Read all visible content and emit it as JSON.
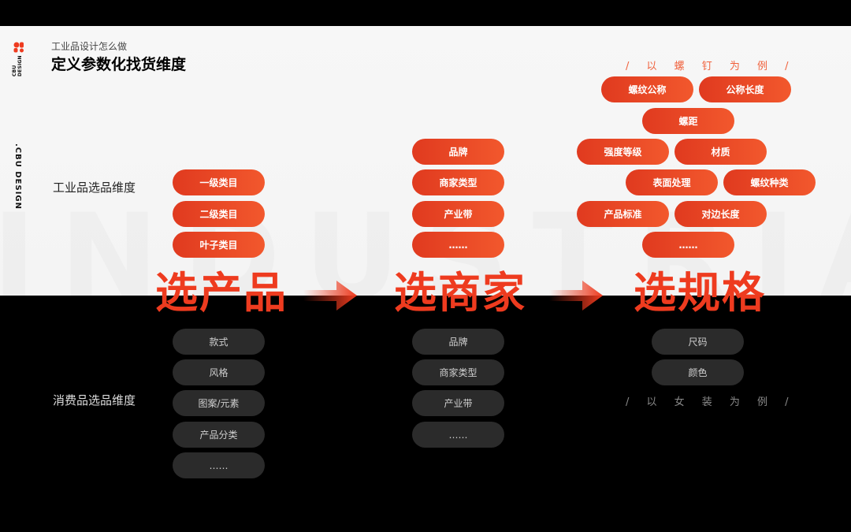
{
  "header": {
    "subtitle": "工业品设计怎么做",
    "title": "定义参数化找货维度",
    "logo_text": "CBU DESIGN",
    "side_text": ".CBU DESIGN"
  },
  "rows": {
    "industrial_label": "工业品选品维度",
    "consumer_label": "消费品选品维度"
  },
  "steps": [
    "选产品",
    "选商家",
    "选规格"
  ],
  "industrial": {
    "products": [
      "一级类目",
      "二级类目",
      "叶子类目"
    ],
    "merchants": [
      "品牌",
      "商家类型",
      "产业带",
      "……"
    ],
    "specs": [
      "螺纹公称",
      "公称长度",
      "螺距",
      "强度等级",
      "材质",
      "表面处理",
      "螺纹种类",
      "产品标准",
      "对边长度",
      "……"
    ],
    "example": "/ 以 螺 钉 为 例 /"
  },
  "consumer": {
    "products": [
      "款式",
      "风格",
      "图案/元素",
      "产品分类",
      "……"
    ],
    "merchants": [
      "品牌",
      "商家类型",
      "产业带",
      "……"
    ],
    "specs": [
      "尺码",
      "颜色"
    ],
    "example": "/ 以 女 装 为 例 /"
  },
  "colors": {
    "accent": "#ee3b1f",
    "pill_dark": "#2b2b2b"
  },
  "watermark": "INDUSTRIAL"
}
